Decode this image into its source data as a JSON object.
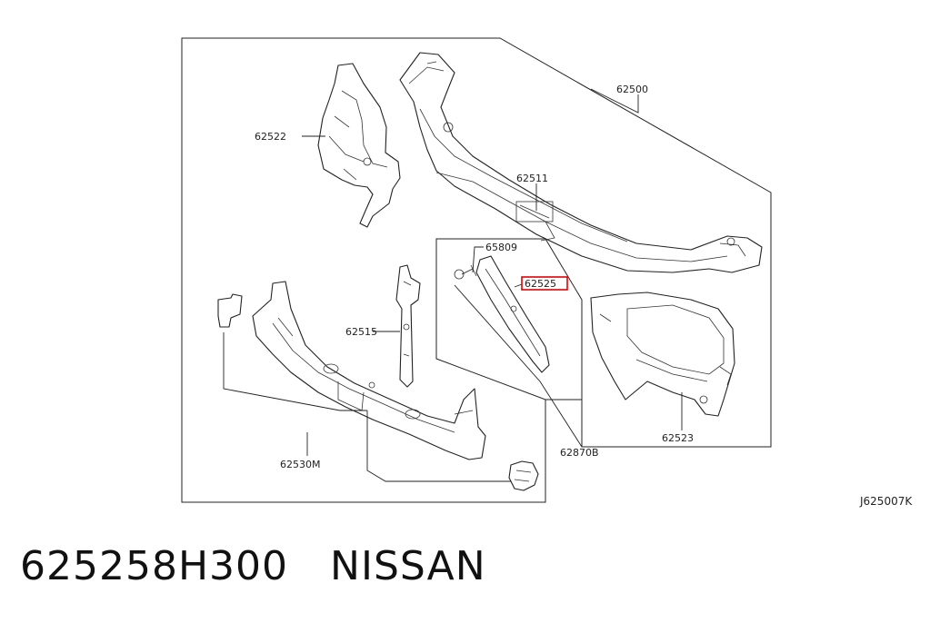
{
  "diagram": {
    "ref_code": "J625007K",
    "labels": {
      "p62500": "62500",
      "p62511": "62511",
      "p62522": "62522",
      "p65809": "65809",
      "p62525": "62525",
      "p62515": "62515",
      "p62523": "62523",
      "p62530M": "62530M",
      "p62870B": "62870B"
    },
    "highlight_color": "#e00000"
  },
  "footer": {
    "part_number": "625258H300",
    "brand": "NISSAN"
  }
}
